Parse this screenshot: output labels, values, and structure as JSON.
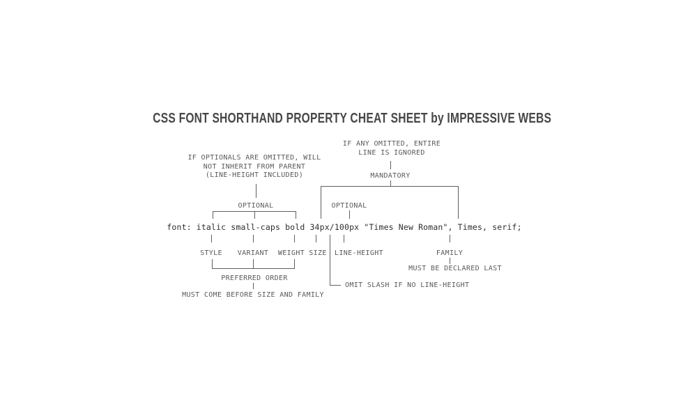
{
  "page": {
    "background_color": "#ffffff",
    "line_color": "#5f5f5f",
    "annotation_text_color": "#5a5a5a",
    "code_text_color": "#2e2e2e",
    "title_text_color": "#474747"
  },
  "title": "CSS FONT SHORTHAND PROPERTY CHEAT SHEET by IMPRESSIVE WEBS",
  "code": "font: italic small-caps bold 34px/100px \"Times New Roman\", Times, serif;",
  "annotations": {
    "optionals_note": {
      "lines": [
        "IF OPTIONALS ARE OMITTED, WILL",
        "NOT INHERIT FROM PARENT",
        "(LINE-HEIGHT INCLUDED)"
      ]
    },
    "mandatory_note": {
      "lines": [
        "IF ANY OMITTED, ENTIRE",
        "LINE IS IGNORED"
      ]
    },
    "optional_left_label": "OPTIONAL",
    "mandatory_label": "MANDATORY",
    "optional_right_label": "OPTIONAL",
    "omit_slash_note": "OMIT SLASH IF NO LINE-HEIGHT",
    "preferred_order_label": "PREFERRED ORDER",
    "preferred_order_note": "MUST COME BEFORE SIZE AND FAMILY",
    "family_note": "MUST BE DECLARED LAST"
  },
  "part_labels": {
    "style": "STYLE",
    "variant": "VARIANT",
    "weight": "WEIGHT",
    "size": "SIZE",
    "line_height": "LINE-HEIGHT",
    "family": "FAMILY"
  }
}
